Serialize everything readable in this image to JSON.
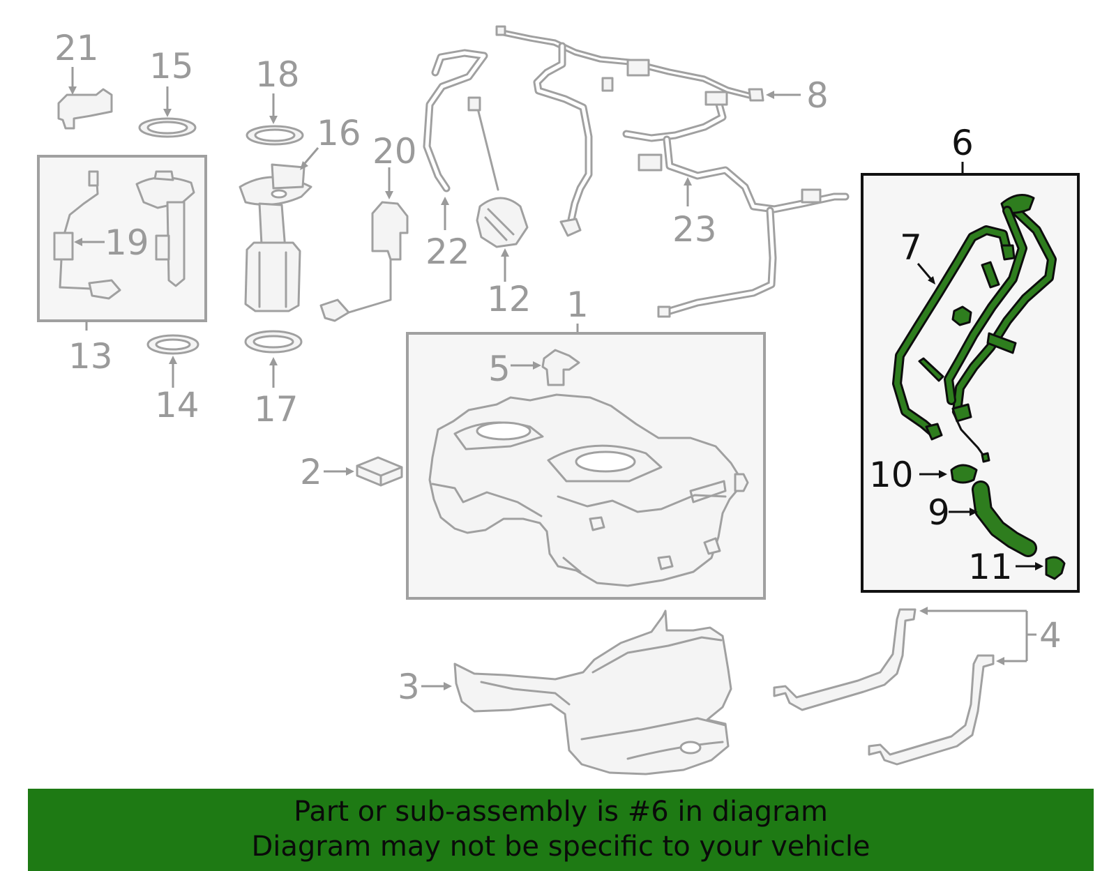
{
  "colors": {
    "banner_background": "#1e7a14",
    "highlight_part": "#2e7d1e",
    "part_outline": "#a0a0a0",
    "callout_gray": "#9a9a9a",
    "callout_black": "#111111"
  },
  "callouts": {
    "c1": "1",
    "c2": "2",
    "c3": "3",
    "c4": "4",
    "c5": "5",
    "c6": "6",
    "c7": "7",
    "c8": "8",
    "c9": "9",
    "c10": "10",
    "c11": "11",
    "c12": "12",
    "c13": "13",
    "c14": "14",
    "c15": "15",
    "c16": "16",
    "c17": "17",
    "c18": "18",
    "c19": "19",
    "c20": "20",
    "c21": "21",
    "c22": "22",
    "c23": "23"
  },
  "highlighted_part": "6",
  "banner": {
    "line1": "Part or sub-assembly is #6 in diagram",
    "line2": "Diagram may not be specific to your vehicle"
  }
}
